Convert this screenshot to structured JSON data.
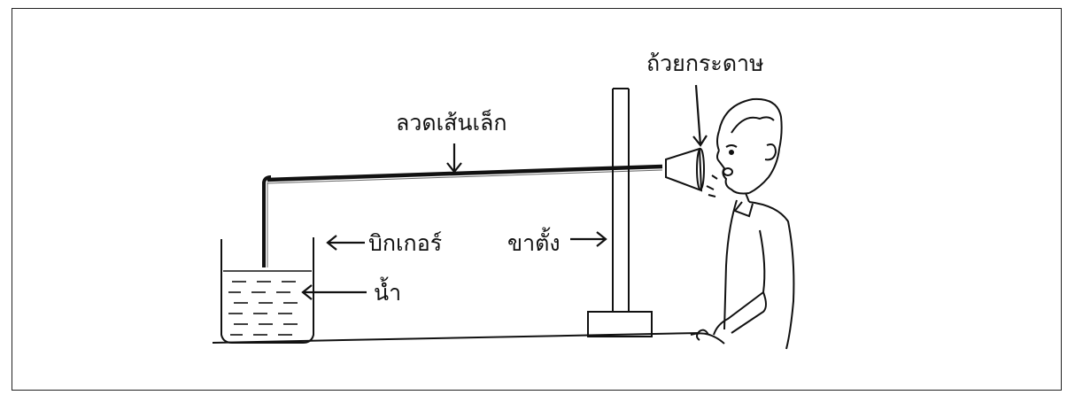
{
  "labels": {
    "paper_cup": "ถ้วยกระดาษ",
    "thin_wire": "ลวดเส้นเล็ก",
    "beaker": "บิกเกอร์",
    "stand": "ขาตั้ง",
    "water": "น้ำ"
  },
  "colors": {
    "ink": "#111111",
    "frame": "#222222"
  }
}
